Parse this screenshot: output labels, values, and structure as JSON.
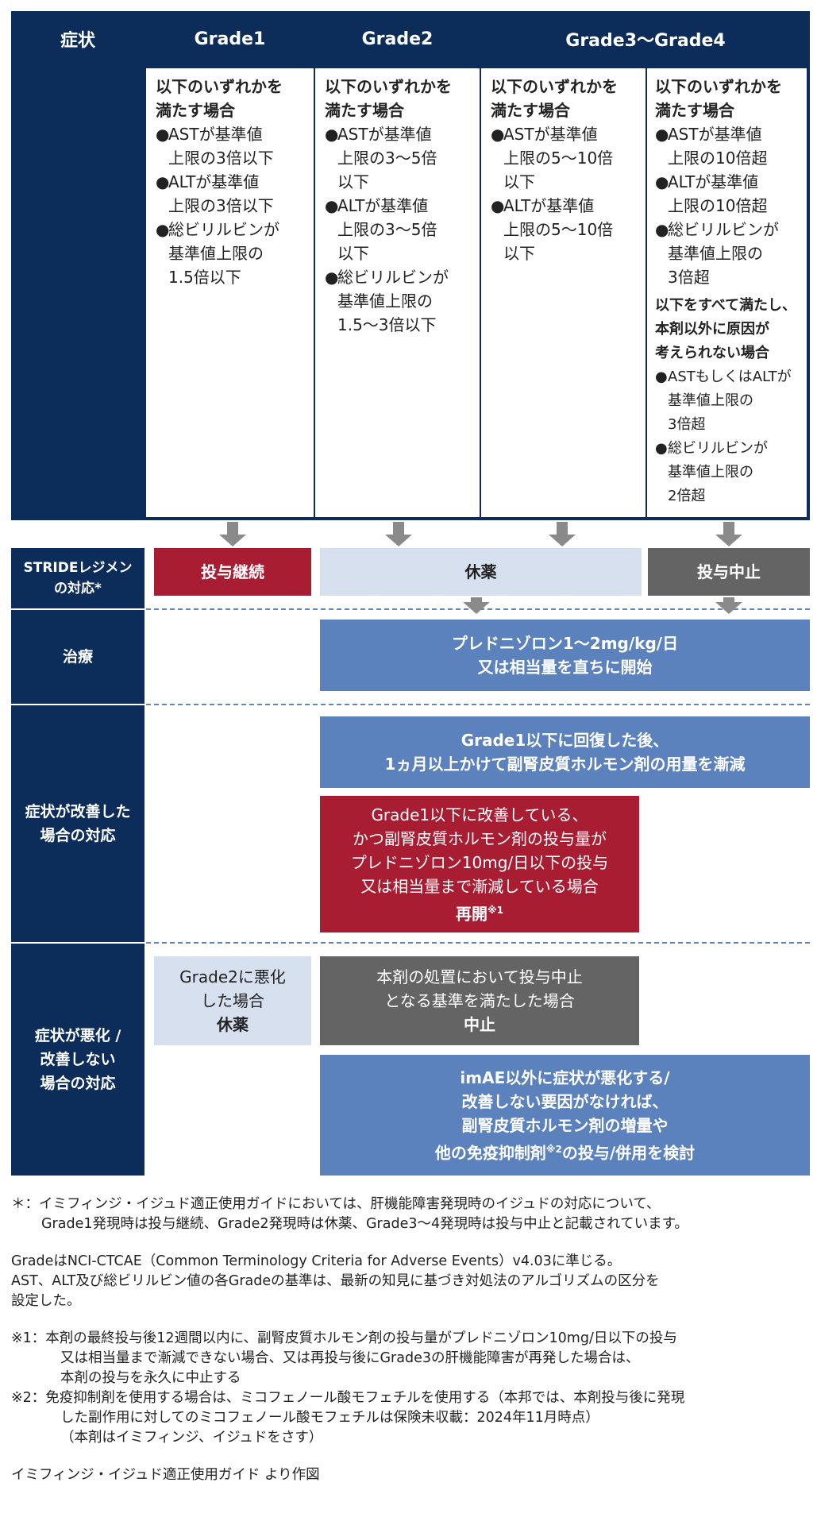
{
  "header": {
    "symptom": "症状",
    "grade1": "Grade1",
    "grade2": "Grade2",
    "grade34": "Grade3～Grade4"
  },
  "criteria": {
    "grade1": {
      "lead": [
        "以下のいずれかを",
        "満たす場合"
      ],
      "items": [
        [
          "ASTが基準値",
          "上限の3倍以下"
        ],
        [
          "ALTが基準値",
          "上限の3倍以下"
        ],
        [
          "総ビリルビンが",
          "基準値上限の",
          "1.5倍以下"
        ]
      ]
    },
    "grade2": {
      "lead": [
        "以下のいずれかを",
        "満たす場合"
      ],
      "items": [
        [
          "ASTが基準値",
          "上限の3～5倍",
          "以下"
        ],
        [
          "ALTが基準値",
          "上限の3～5倍",
          "以下"
        ],
        [
          "総ビリルビンが",
          "基準値上限の",
          "1.5～3倍以下"
        ]
      ]
    },
    "grade3": {
      "lead": [
        "以下のいずれかを",
        "満たす場合"
      ],
      "items": [
        [
          "ASTが基準値",
          "上限の5～10倍",
          "以下"
        ],
        [
          "ALTが基準値",
          "上限の5～10倍",
          "以下"
        ]
      ]
    },
    "grade4": {
      "lead": [
        "以下のいずれかを",
        "満たす場合"
      ],
      "items": [
        [
          "ASTが基準値",
          "上限の10倍超"
        ],
        [
          "ALTが基準値",
          "上限の10倍超"
        ],
        [
          "総ビリルビンが",
          "基準値上限の",
          "3倍超"
        ]
      ],
      "lead2": [
        "以下をすべて満たし、",
        "本剤以外に原因が",
        "考えられない場合"
      ],
      "items2": [
        [
          "ASTもしくはALTが",
          "基準値上限の",
          "3倍超"
        ],
        [
          "総ビリルビンが",
          "基準値上限の",
          "2倍超"
        ]
      ]
    }
  },
  "stride": {
    "label": [
      "STRIDEレジメン",
      "の対応*"
    ],
    "continue": "投与継続",
    "pause": "休薬",
    "stop": "投与中止"
  },
  "treatment": {
    "label": "治療",
    "text": [
      "プレドニゾロン1～2mg/kg/日",
      "又は相当量を直ちに開始"
    ]
  },
  "improved": {
    "label": [
      "症状が改善した",
      "場合の対応"
    ],
    "taper": [
      "Grade1以下に回復した後、",
      "1ヵ月以上かけて副腎皮質ホルモン剤の用量を漸減"
    ],
    "resume": [
      "Grade1以下に改善している、",
      "かつ副腎皮質ホルモン剤の投与量が",
      "プレドニゾロン10mg/日以下の投与",
      "又は相当量まで漸減している場合"
    ],
    "resume_bold": "再開",
    "resume_sup": "※1"
  },
  "worsened": {
    "label": [
      "症状が悪化 /",
      "改善しない",
      "場合の対応"
    ],
    "grade2_text": [
      "Grade2に悪化",
      "した場合"
    ],
    "grade2_bold": "休薬",
    "stop_text": [
      "本剤の処置において投与中止",
      "となる基準を満たした場合"
    ],
    "stop_bold": "中止",
    "escalate_1": "imAE以外に症状が悪化する/",
    "escalate_2": "改善しない要因がなければ、",
    "escalate_3": "副腎皮質ホルモン剤の増量や",
    "escalate_4a": "他の免疫抑制剤",
    "escalate_4sup": "※2",
    "escalate_4b": "の投与/併用を検討"
  },
  "notes": {
    "star_1": "＊：イミフィンジ・イジュド適正使用ガイドにおいては、肝機能障害発現時のイジュドの対応について、",
    "star_2": "Grade1発現時は投与継続、Grade2発現時は休薬、Grade3～4発現時は投与中止と記載されています。",
    "grade_1": "GradeはNCI-CTCAE（Common Terminology Criteria for Adverse Events）v4.03に準じる。",
    "grade_2": "AST、ALT及び総ビリルビン値の各Gradeの基準は、最新の知見に基づき対処法のアルゴリズムの区分を",
    "grade_3": "設定した。",
    "n1_1": "※1：本剤の最終投与後12週間以内に、副腎皮質ホルモン剤の投与量がプレドニゾロン10mg/日以下の投与",
    "n1_2": "又は相当量まで漸減できない場合、又は再投与後にGrade3の肝機能障害が再発した場合は、",
    "n1_3": "本剤の投与を永久に中止する",
    "n2_1": "※2：免疫抑制剤を使用する場合は、ミコフェノール酸モフェチルを使用する（本邦では、本剤投与後に発現",
    "n2_2": "した副作用に対してのミコフェノール酸モフェチルは保険未収載：2024年11月時点）",
    "n2_3": "（本剤はイミフィンジ、イジュドをさす）",
    "source": "イミフィンジ・イジュド適正使用ガイド より作図"
  },
  "colors": {
    "navy": "#0c2d5a",
    "red": "#a91d33",
    "blue": "#5b82bd",
    "gray": "#646464",
    "pale_blue": "#d6e0ef",
    "arrow": "#8a8a8a"
  }
}
